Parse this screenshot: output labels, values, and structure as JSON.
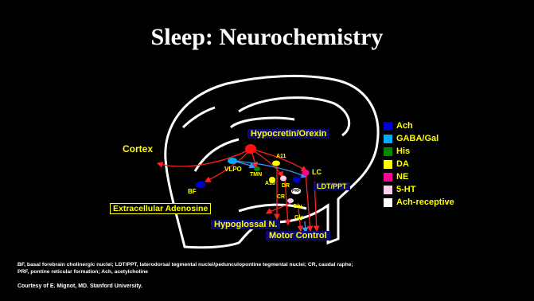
{
  "title": "Sleep: Neurochemistry",
  "labels": {
    "cortex": "Cortex",
    "hypocretin": "Hypocretin/Orexin",
    "vlpo": "VLPO",
    "tmn": "TMN",
    "a11": "A11",
    "a10": "A10",
    "dr": "DR",
    "lc": "LC",
    "ldt_ppt": "LDT/PPT",
    "bf": "BF",
    "cr": "CR",
    "prf": "PRF",
    "glu": "Glu",
    "gly": "Gly",
    "extracellular_adenosine": "Extracellular Adenosine",
    "hypoglossal": "Hypoglossal N.",
    "motor_control": "Motor Control"
  },
  "legend": [
    {
      "label": "Ach",
      "color": "#0000cc"
    },
    {
      "label": "GABA/Gal",
      "color": "#00aaff"
    },
    {
      "label": "His",
      "color": "#008800"
    },
    {
      "label": "DA",
      "color": "#ffff00"
    },
    {
      "label": "NE",
      "color": "#ff0099"
    },
    {
      "label": "5-HT",
      "color": "#ffccee"
    },
    {
      "label": "Ach-receptive",
      "color": "#ffffff"
    }
  ],
  "footnote_line1": "BF, basal forebrain cholinergic nuclei; LDT/PPT, laterodorsal tegmental nuclei/pedunculopontine tegmental nuclei; CR, caudal raphe;",
  "footnote_line2": "PRF, pontine reticular formation; Ach, acetylcholine",
  "credit": "Courtesy of E. Mignot, MD. Stanford University."
}
